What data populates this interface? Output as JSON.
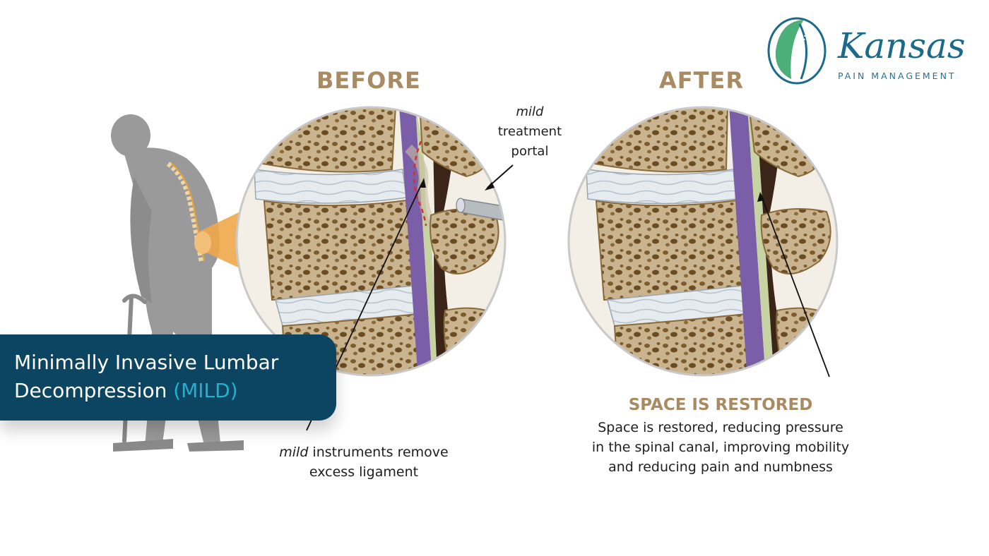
{
  "headings": {
    "before": "BEFORE",
    "after": "AFTER"
  },
  "callouts": {
    "portal_em": "mild",
    "portal_rest_1": "treatment",
    "portal_rest_2": "portal",
    "instruments_em": "mild",
    "instruments_rest": " instruments remove",
    "instruments_line2": "excess ligament"
  },
  "after_panel": {
    "subtitle": "SPACE IS RESTORED",
    "line1": "Space is restored, reducing pressure",
    "line2": "in the spinal canal, improving mobility",
    "line3": "and reducing pain and numbness"
  },
  "banner": {
    "title_main": "Minimally Invasive Lumbar Decompression ",
    "title_hl": "(MILD)"
  },
  "logo": {
    "word": "Kansas",
    "sub": "PAIN MANAGEMENT"
  },
  "colors": {
    "banner_bg": "#0c4561",
    "banner_accent": "#22b0d0",
    "heading": "#a88b62",
    "bone": "#c9b48f",
    "bone_pore": "#7c5b2d",
    "disc": "#e6ebef",
    "canal": "#7b5ea8",
    "ligament": "#c7d3a3",
    "dark_tissue": "#3a2518",
    "silhouette": "#9a9a9a",
    "spine_orange": "#e8a33c"
  }
}
